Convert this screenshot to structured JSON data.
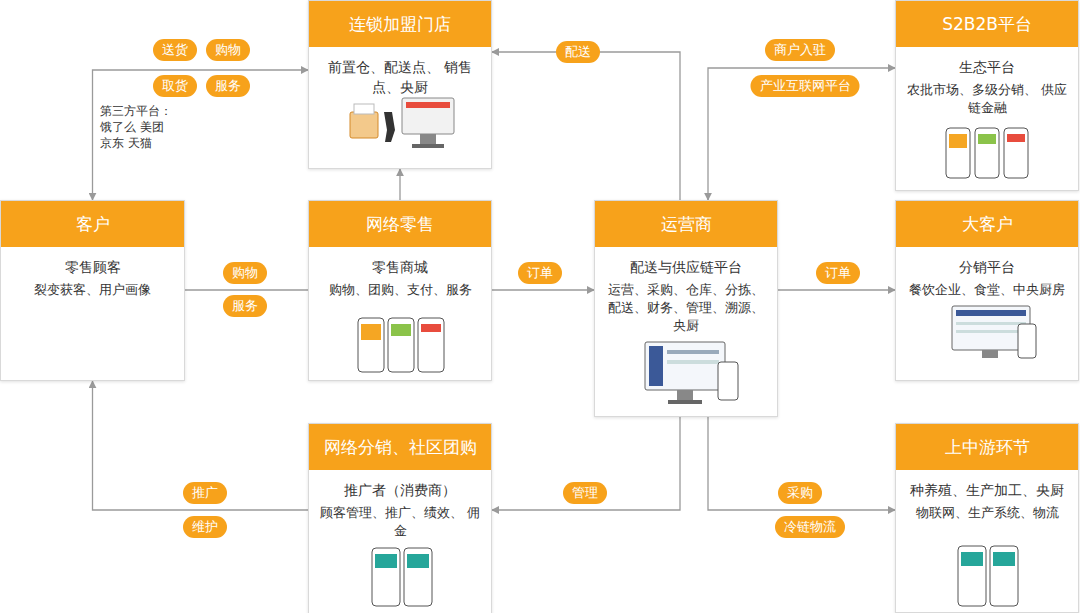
{
  "diagram": {
    "nodes": [
      {
        "text": [
          "连锁加盟门店",
          "前置仓、配送点、 销售点、央厨"
        ]
      },
      {
        "text": [
          "S2B2B平台",
          "生态平台",
          "农批市场、多级分销、 供应链金融"
        ]
      },
      {
        "text": [
          "客户",
          "零售顾客",
          "裂变获客、用户画像"
        ]
      },
      {
        "text": [
          "网络零售",
          "零售商城",
          "购物、团购、支付、服务"
        ]
      },
      {
        "text": [
          "运营商",
          "配送与供应链平台",
          "运营、采购、仓库、分拣、 配送、财务、管理、溯源、 央厨"
        ]
      },
      {
        "text": [
          "大客户",
          "分销平台",
          "餐饮企业、食堂、中央厨房"
        ]
      },
      {
        "text": [
          "网络分销、社区团购",
          "推广者（消费商）",
          "顾客管理、推广、绩效、 佣金"
        ]
      },
      {
        "text": [
          "上中游环节",
          "种养殖、生产加工、央厨",
          "物联网、生产系统、物流"
        ]
      }
    ],
    "edges": [
      {
        "from": 2,
        "to": 0,
        "arrow": "both",
        "label": "送货"
      },
      {
        "from": 3,
        "to": 0,
        "arrow": "to"
      },
      {
        "from": 2,
        "to": 3,
        "arrow": "none",
        "label": "购物"
      },
      {
        "from": 3,
        "to": 4,
        "arrow": "to",
        "label": "订单"
      },
      {
        "from": 4,
        "to": 0,
        "arrow": "to",
        "label": "配送"
      },
      {
        "from": 4,
        "to": 1,
        "arrow": "both",
        "label": "商户入驻"
      },
      {
        "from": 4,
        "to": 5,
        "arrow": "to",
        "label": "订单"
      },
      {
        "from": 4,
        "to": 6,
        "arrow": "to",
        "label": "管理"
      },
      {
        "from": 4,
        "to": 7,
        "arrow": "to",
        "label": "采购"
      },
      {
        "from": 6,
        "to": 2,
        "arrow": "to",
        "label": "推广"
      }
    ],
    "labels": [
      "购物",
      "取货",
      "服务",
      "第三方平台： 饿了么 美团 京东 天猫",
      "服务",
      "产业互联网平台",
      "冷链物流",
      "维护"
    ]
  }
}
